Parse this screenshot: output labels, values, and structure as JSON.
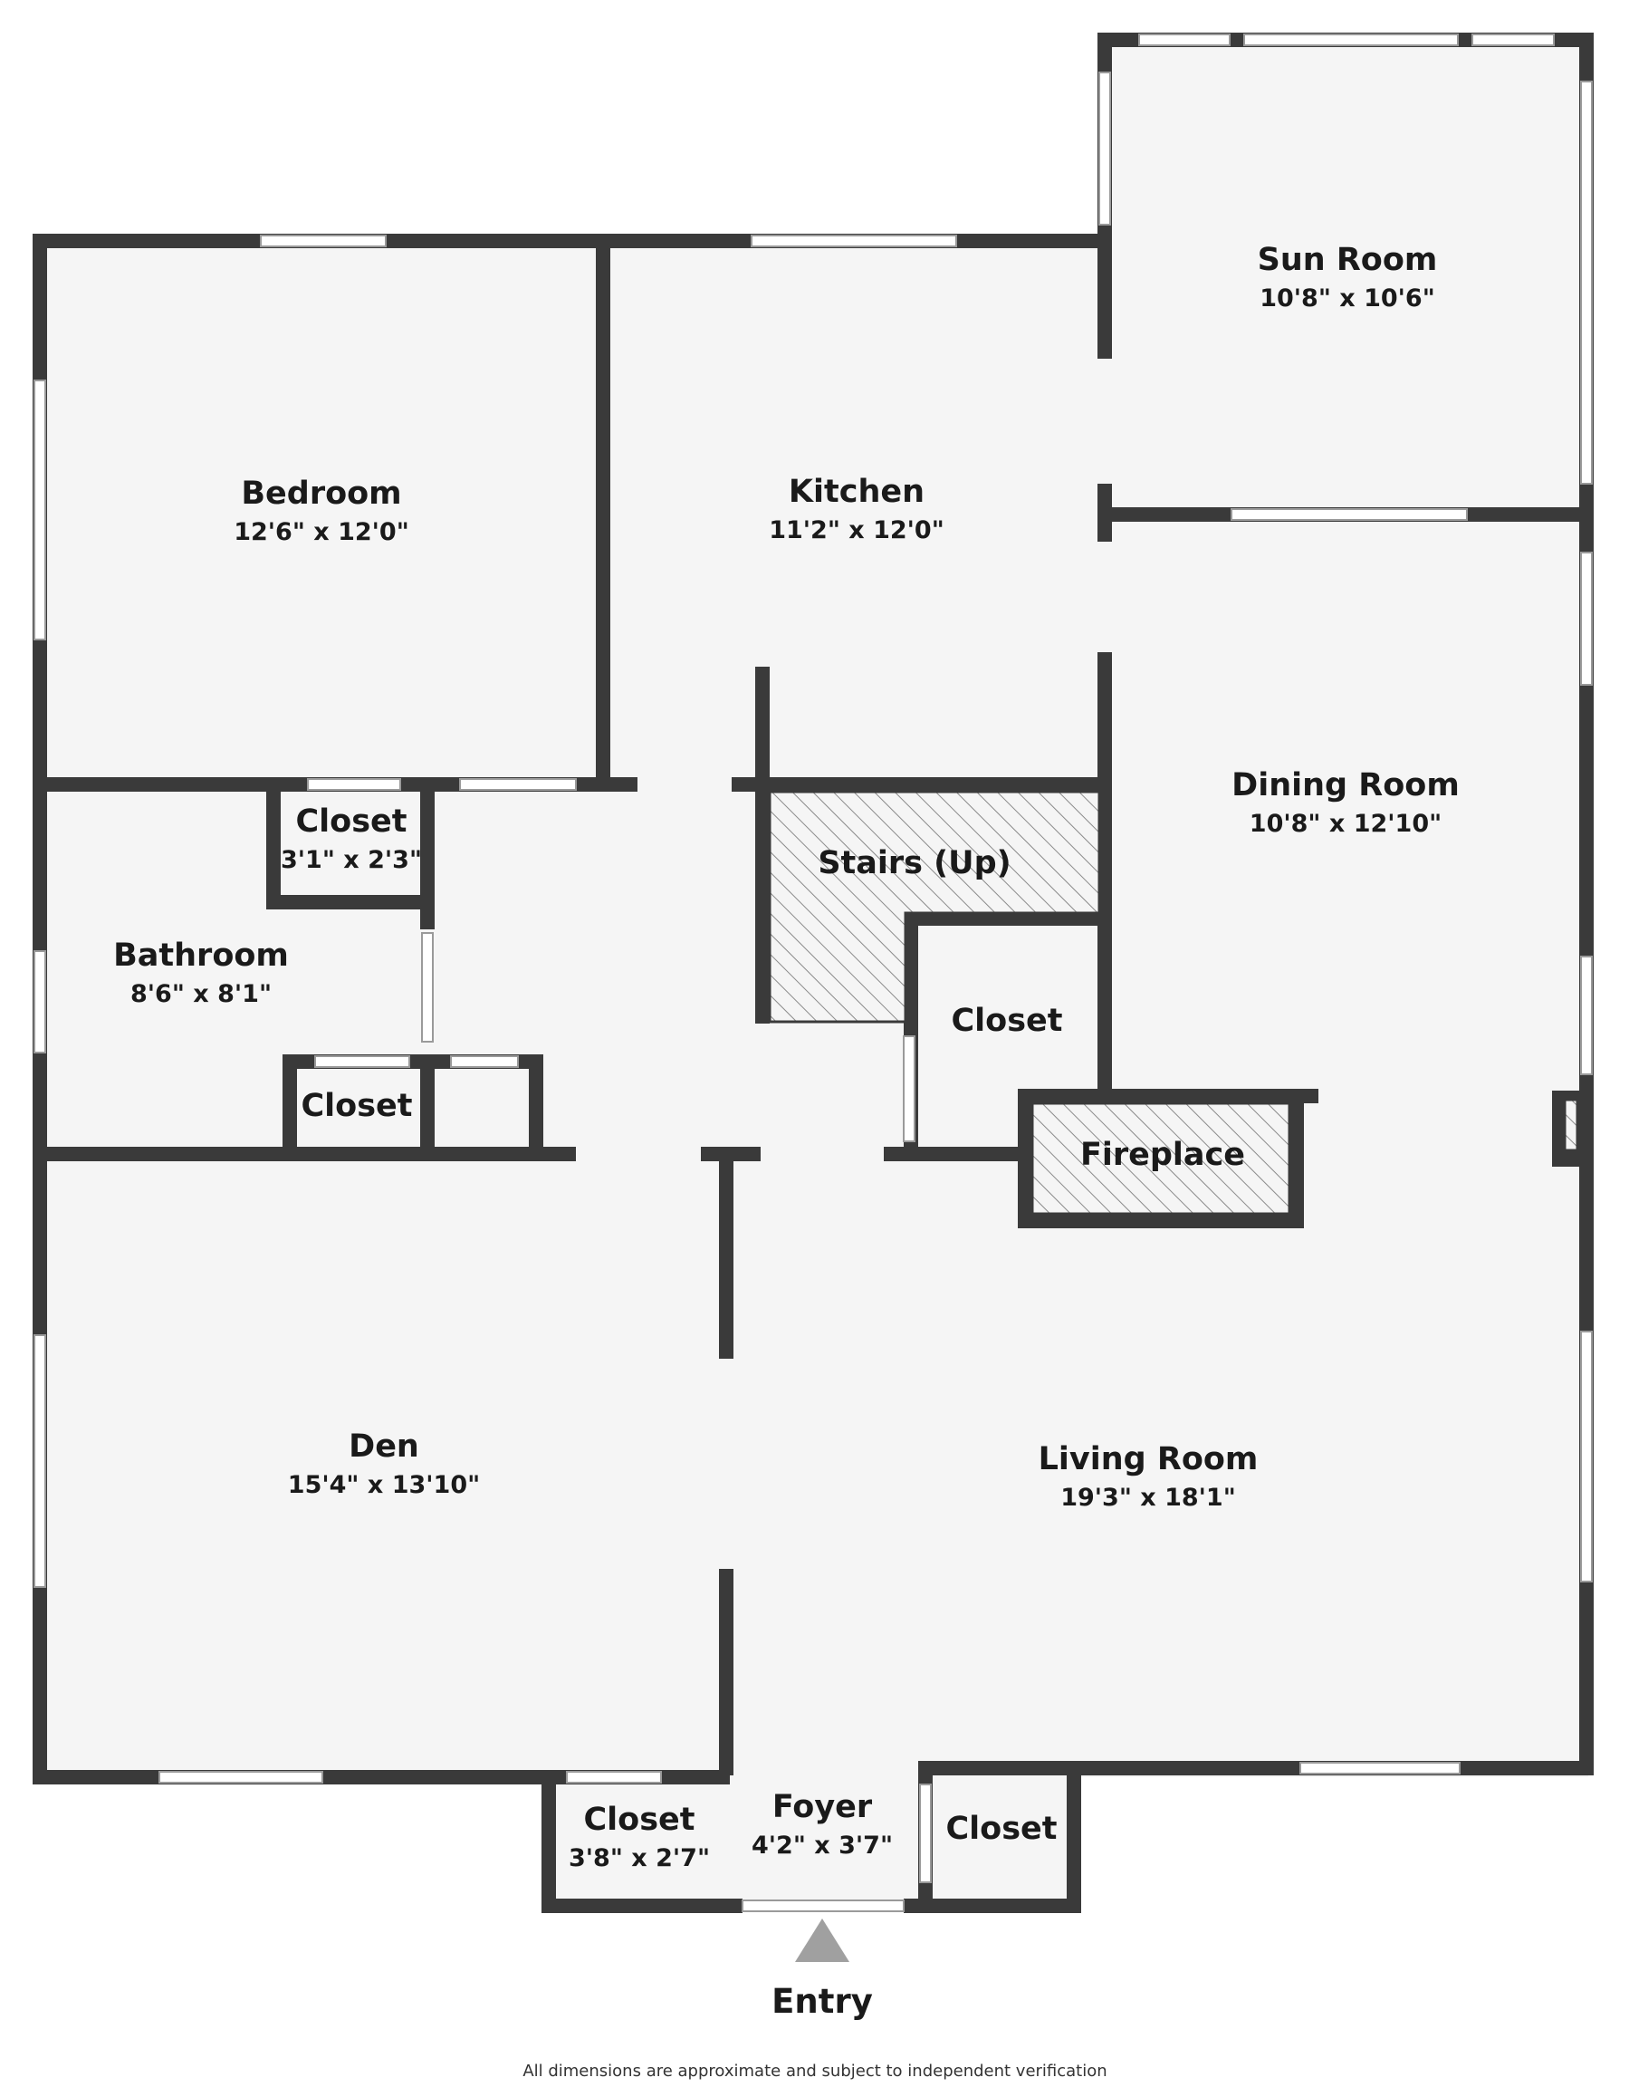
{
  "floorplan": {
    "rooms": {
      "sun_room": {
        "name": "Sun Room",
        "dims": "10'8\" x 10'6\""
      },
      "bedroom": {
        "name": "Bedroom",
        "dims": "12'6\" x 12'0\""
      },
      "kitchen": {
        "name": "Kitchen",
        "dims": "11'2\" x 12'0\""
      },
      "dining_room": {
        "name": "Dining Room",
        "dims": "10'8\" x 12'10\""
      },
      "closet_bed": {
        "name": "Closet",
        "dims": "3'1\" x 2'3\""
      },
      "stairs": {
        "name": "Stairs (Up)"
      },
      "bathroom": {
        "name": "Bathroom",
        "dims": "8'6\" x 8'1\""
      },
      "closet_hall": {
        "name": "Closet"
      },
      "closet_bath": {
        "name": "Closet"
      },
      "fireplace": {
        "name": "Fireplace"
      },
      "den": {
        "name": "Den",
        "dims": "15'4\" x 13'10\""
      },
      "living_room": {
        "name": "Living Room",
        "dims": "19'3\" x 18'1\""
      },
      "closet_den": {
        "name": "Closet",
        "dims": "3'8\" x 2'7\""
      },
      "foyer": {
        "name": "Foyer",
        "dims": "4'2\" x 3'7\""
      },
      "closet_foyer": {
        "name": "Closet"
      }
    },
    "entry_label": "Entry",
    "disclaimer": "All dimensions are approximate and subject to independent verification"
  },
  "colors": {
    "floor": "#f5f5f5",
    "wall": "#3a3a3a",
    "hatch": "#8a8a8a",
    "entry_arrow": "#a0a0a0"
  }
}
